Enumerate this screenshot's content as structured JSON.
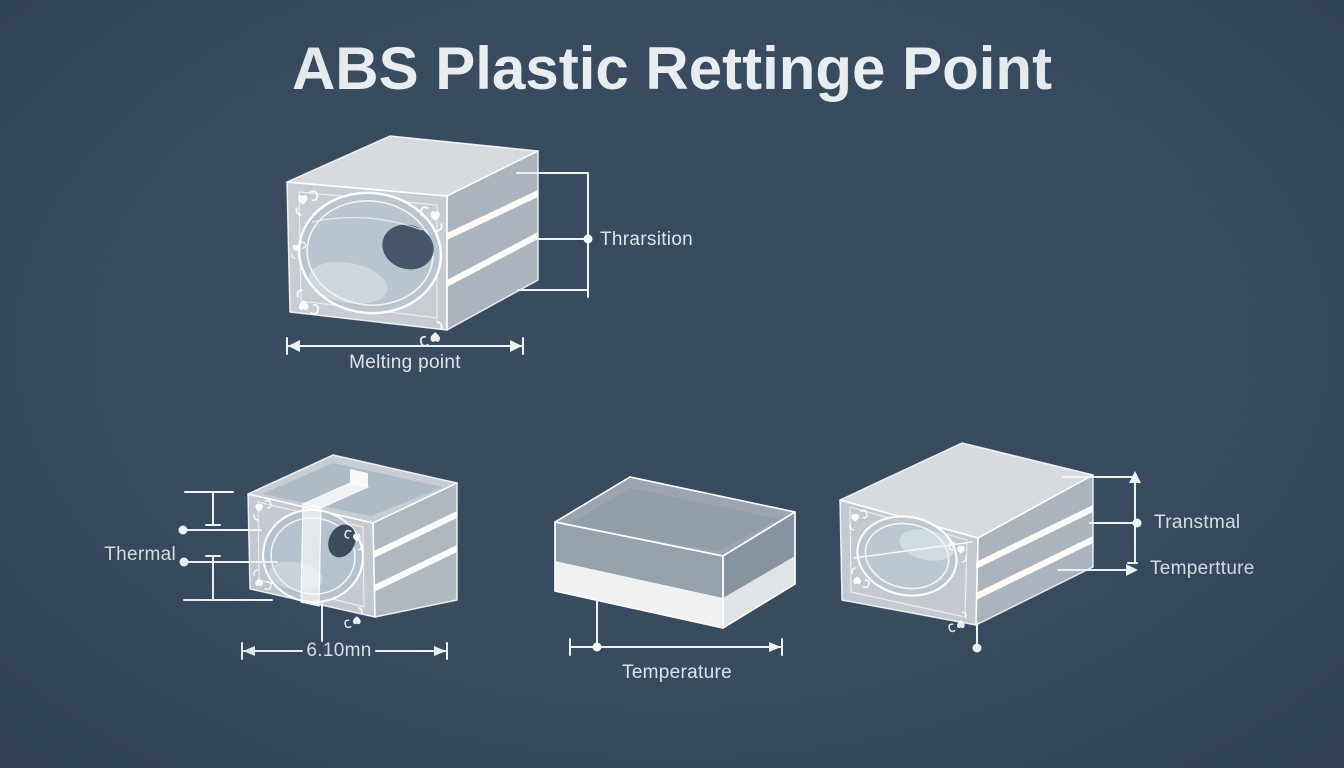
{
  "title": "ABS Plastic Rettinge Point",
  "colors": {
    "background": "#384b5f",
    "title_text": "#e9edf0",
    "label_text": "#dce4ea",
    "annotation_line": "#edf2f6",
    "block_material": "#ffffff"
  },
  "figures": {
    "melting_block": {
      "leader_label": "Thrarsition",
      "dimension_label": "Melting point"
    },
    "thermal_block": {
      "leader_label": "Thermal",
      "dimension_label": "6.10mn"
    },
    "temperature_block": {
      "dimension_label": "Temperature"
    },
    "transition_block": {
      "leader_labels": [
        "Transtmal",
        "Tempertture"
      ]
    }
  }
}
